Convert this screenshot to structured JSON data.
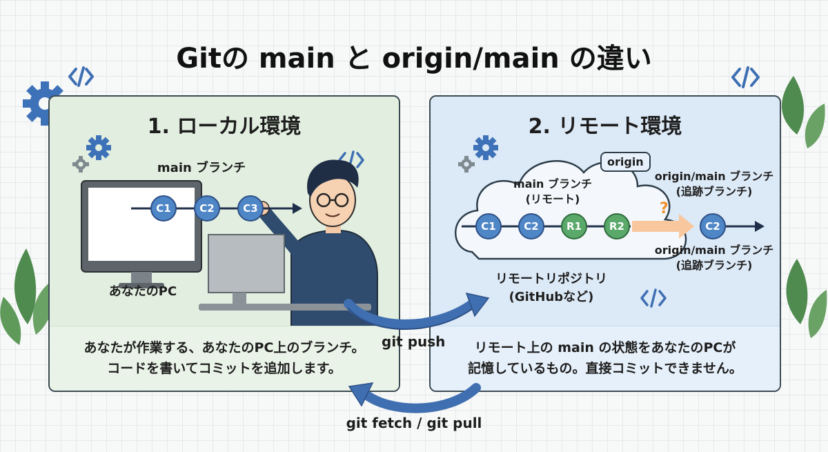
{
  "title": "Gitの main と origin/main の違い",
  "local": {
    "heading": "1. ローカル環境",
    "branch_label": "main ブランチ",
    "pc_label": "あなたのPC",
    "commits": [
      "C1",
      "C2",
      "C3"
    ],
    "desc_line1": "あなたが作業する、あなたのPC上のブランチ。",
    "desc_line2": "コードを書いてコミットを追加します。"
  },
  "remote": {
    "heading": "2. リモート環境",
    "origin_tag": "origin",
    "branch_label_line1": "main ブランチ",
    "branch_label_line2": "(リモート)",
    "commits": [
      "C1",
      "C2",
      "R1",
      "R2"
    ],
    "repo_label_line1": "リモートリポジトリ",
    "repo_label_line2": "(GitHubなど)",
    "tracking_top_line1": "origin/main ブランチ",
    "tracking_top_line2": "(追跡ブランチ)",
    "tracking_bottom_line1": "origin/main ブランチ",
    "tracking_bottom_line2": "(追跡ブランチ)",
    "tracking_commit": "C2",
    "question_mark": "?",
    "desc_line1": "リモート上の main の状態をあなたのPCが",
    "desc_line2": "記憶しているもの。直接コミットできません。"
  },
  "arrows": {
    "push": "git push",
    "fetch": "git fetch / git pull"
  },
  "icons": [
    "code-tag-icon",
    "gear-icon",
    "leaf-icon",
    "person-illustration",
    "monitor-icon",
    "cloud-icon"
  ],
  "colors": {
    "local_bg": "#e2efe0",
    "remote_bg": "#dce9f6",
    "commit_blue": "#4f86c6",
    "commit_green": "#5aa86a",
    "arrow_blue": "#3f6fb0",
    "highlight_orange": "#f0902c"
  }
}
